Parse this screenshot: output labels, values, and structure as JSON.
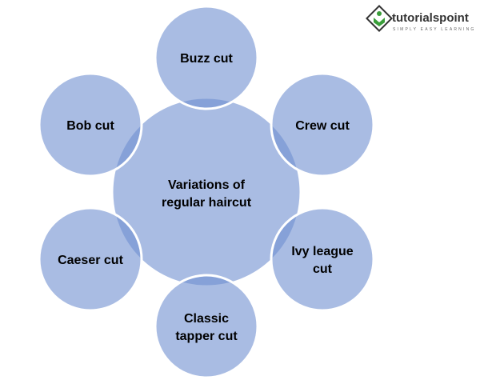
{
  "logo": {
    "name": "tutorialspoint",
    "tagline": "SIMPLY EASY LEARNING"
  },
  "center": {
    "lines": [
      "Variations of",
      "regular haircut"
    ]
  },
  "nodes": [
    {
      "lines": [
        "Buzz cut"
      ]
    },
    {
      "lines": [
        "Crew cut"
      ]
    },
    {
      "lines": [
        "Ivy league",
        "cut"
      ]
    },
    {
      "lines": [
        "Classic",
        "tapper cut"
      ]
    },
    {
      "lines": [
        "Caeser cut"
      ]
    },
    {
      "lines": [
        "Bob cut"
      ]
    }
  ],
  "colors": {
    "circle": "#a9bce3",
    "overlap": "#7f9bd3",
    "logo_green": "#3a9e3a"
  }
}
